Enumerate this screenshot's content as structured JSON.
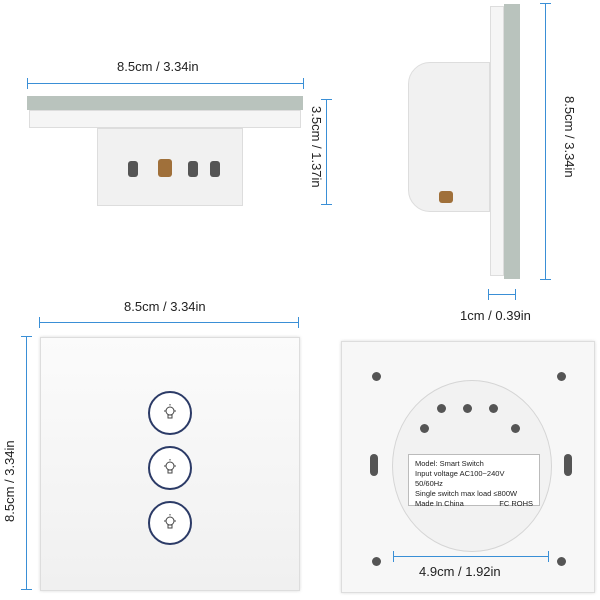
{
  "dimensions": {
    "side_width": "8.5cm / 3.34in",
    "side_depth": "3.5cm / 1.37in",
    "profile_height": "8.5cm / 3.34in",
    "profile_thickness": "1cm / 0.39in",
    "front_width": "8.5cm / 3.34in",
    "front_height": "8.5cm / 3.34in",
    "module_width": "4.9cm / 1.92in"
  },
  "label_sticker": {
    "line1": "Model: Smart Switch",
    "line2": "Input voltage AC100~240V 50/60Hz",
    "line3": "Single switch max load ≤800W",
    "line4": "Made In China",
    "marks": "FC ROHS"
  },
  "colors": {
    "dimension_line": "#3a8fd6",
    "touch_ring": "#2b3a66",
    "glass_edge": "#b9c3bd"
  },
  "icons": [
    "bulb-icon",
    "bulb-icon",
    "bulb-icon"
  ]
}
